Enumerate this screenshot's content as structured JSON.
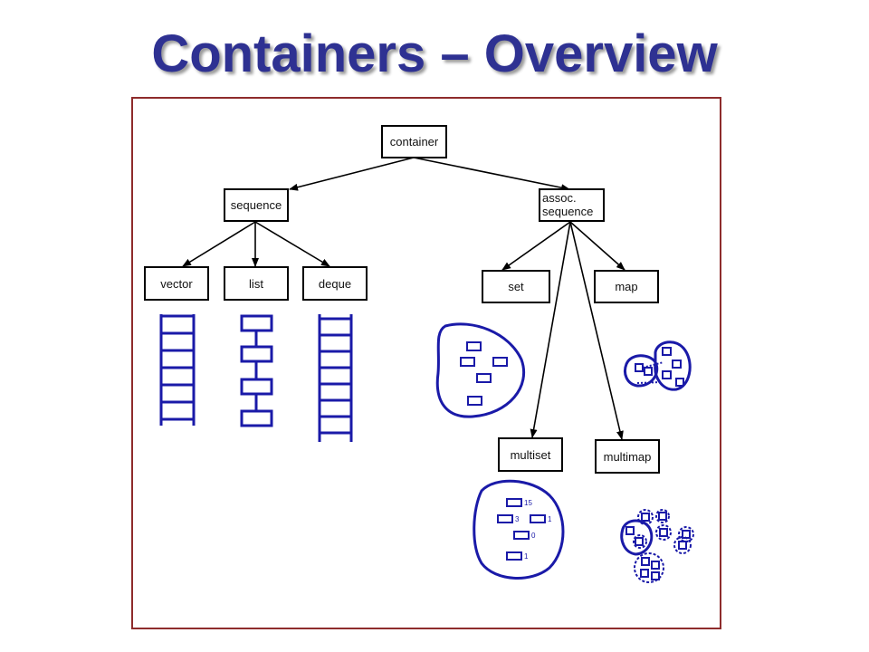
{
  "title": "Containers – Overview",
  "colors": {
    "title": "#2e3192",
    "frame": "#8e2c2c",
    "sketch": "#1a1aa8"
  },
  "diagram": {
    "type": "tree",
    "nodes": {
      "container": "container",
      "sequence": "sequence",
      "assoc_line1": "assoc.",
      "assoc_line2": "sequence",
      "vector": "vector",
      "list": "list",
      "deque": "deque",
      "set": "set",
      "map": "map",
      "multiset": "multiset",
      "multimap": "multimap"
    },
    "edges": [
      [
        "container",
        "sequence"
      ],
      [
        "container",
        "assoc. sequence"
      ],
      [
        "sequence",
        "vector"
      ],
      [
        "sequence",
        "list"
      ],
      [
        "sequence",
        "deque"
      ],
      [
        "assoc. sequence",
        "set"
      ],
      [
        "assoc. sequence",
        "map"
      ],
      [
        "assoc. sequence",
        "multiset"
      ],
      [
        "assoc. sequence",
        "multimap"
      ]
    ],
    "multiset_counts": [
      "15",
      "3",
      "1",
      "0",
      "1"
    ]
  }
}
